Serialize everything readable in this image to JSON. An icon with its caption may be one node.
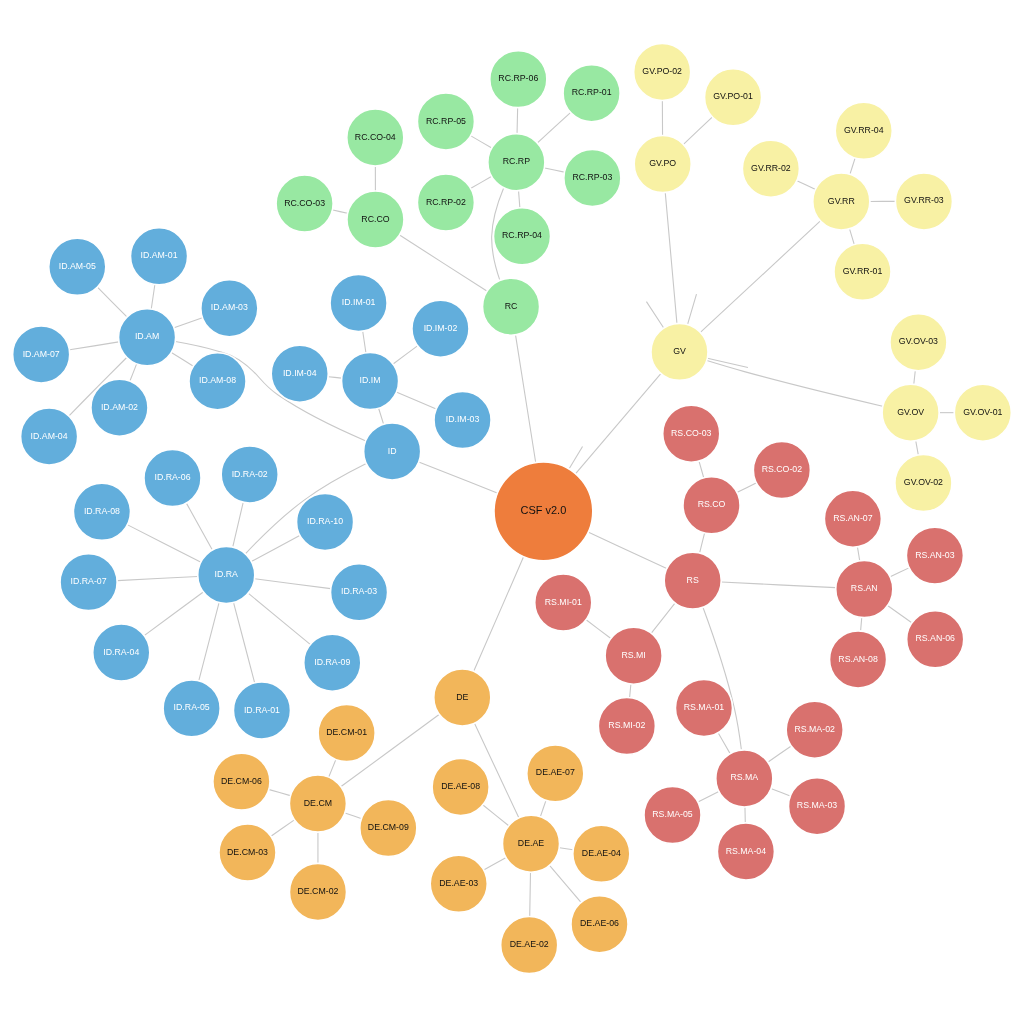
{
  "diagram": {
    "nodes": [
      {
        "text": [
          "ID.AM"
        ]
      },
      {
        "text": [
          "ID.AM-02"
        ]
      },
      {
        "text": [
          "ID.AM-08"
        ]
      },
      {
        "text": [
          "ID.AM-05"
        ]
      },
      {
        "text": [
          "ID.AM-04"
        ]
      },
      {
        "text": [
          "ID.AM-03"
        ]
      },
      {
        "text": [
          "ID.AM-01"
        ]
      },
      {
        "text": [
          "ID.AM-07"
        ]
      },
      {
        "text": [
          "ID.IM"
        ]
      },
      {
        "text": [
          "ID.IM-03"
        ]
      },
      {
        "text": [
          "ID.IM-01"
        ]
      },
      {
        "text": [
          "ID.IM-02"
        ]
      },
      {
        "text": [
          "ID.IM-04"
        ]
      },
      {
        "text": [
          "ID"
        ]
      },
      {
        "text": [
          "ID.RA"
        ]
      },
      {
        "text": [
          "ID.RA-06"
        ]
      },
      {
        "text": [
          "ID.RA-04"
        ]
      },
      {
        "text": [
          "ID.RA-07"
        ]
      },
      {
        "text": [
          "ID.RA-01"
        ]
      },
      {
        "text": [
          "ID.RA-10"
        ]
      },
      {
        "text": [
          "ID.RA-09"
        ]
      },
      {
        "text": [
          "ID.RA-02"
        ]
      },
      {
        "text": [
          "ID.RA-03"
        ]
      },
      {
        "text": [
          "ID.RA-05"
        ]
      },
      {
        "text": [
          "ID.RA-08"
        ]
      },
      {
        "text": [
          "RC.RP"
        ]
      },
      {
        "text": [
          "RC.RP-04"
        ]
      },
      {
        "text": [
          "RC.RP-01"
        ]
      },
      {
        "text": [
          "RC.RP-03"
        ]
      },
      {
        "text": [
          "RC.RP-02"
        ]
      },
      {
        "text": [
          "RC.RP-05"
        ]
      },
      {
        "text": [
          "RC.RP-06"
        ]
      },
      {
        "text": [
          "RC.CO"
        ]
      },
      {
        "text": [
          "RC.CO-04"
        ]
      },
      {
        "text": [
          "RC.CO-03"
        ]
      },
      {
        "text": [
          "RC"
        ]
      },
      {
        "text": [
          "DE.AE"
        ]
      },
      {
        "text": [
          "DE.AE-07"
        ]
      },
      {
        "text": [
          "DE.AE-04"
        ]
      },
      {
        "text": [
          "DE.AE-03"
        ]
      },
      {
        "text": [
          "DE.AE-08"
        ]
      },
      {
        "text": [
          "DE.AE-06"
        ]
      },
      {
        "text": [
          "DE.AE-02"
        ]
      },
      {
        "text": [
          "CSF v2.0"
        ]
      },
      {
        "text": [
          "DE"
        ]
      },
      {
        "text": [
          "DE.CM"
        ]
      },
      {
        "text": [
          "DE.CM-01"
        ]
      },
      {
        "text": [
          "DE.CM-03"
        ]
      },
      {
        "text": [
          "DE.CM-06"
        ]
      },
      {
        "text": [
          "DE.CM-09"
        ]
      },
      {
        "text": [
          "DE.CM-02"
        ]
      },
      {
        "text": [
          "GV.PO"
        ]
      },
      {
        "text": [
          "GV.PO-01"
        ]
      },
      {
        "text": [
          "GV.PO-02"
        ]
      },
      {
        "text": [
          "GV"
        ]
      },
      {
        "text": [
          "GV.OV"
        ]
      },
      {
        "text": [
          "GV.OV-02"
        ]
      },
      {
        "text": [
          "GV.OV-03"
        ]
      },
      {
        "text": [
          "GV.OV-01"
        ]
      },
      {
        "text": [
          "GV.RR"
        ]
      },
      {
        "text": [
          "GV.RR-01"
        ]
      },
      {
        "text": [
          "GV.RR-04"
        ]
      },
      {
        "text": [
          "GV.RR-03"
        ]
      },
      {
        "text": [
          "GV.RR-02"
        ]
      },
      {
        "text": [
          "RS"
        ]
      },
      {
        "text": [
          "RS.MI"
        ]
      },
      {
        "text": [
          "RS.MI-02"
        ]
      },
      {
        "text": [
          "RS.MI-01"
        ]
      },
      {
        "text": [
          "RS.CO"
        ]
      },
      {
        "text": [
          "RS.CO-03"
        ]
      },
      {
        "text": [
          "RS.CO-02"
        ]
      },
      {
        "text": [
          "RS.MA"
        ]
      },
      {
        "text": [
          "RS.MA-01"
        ]
      },
      {
        "text": [
          "RS.MA-02"
        ]
      },
      {
        "text": [
          "RS.MA-03"
        ]
      },
      {
        "text": [
          "RS.MA-05"
        ]
      },
      {
        "text": [
          "RS.MA-04"
        ]
      },
      {
        "text": [
          "RS.AN"
        ]
      },
      {
        "text": [
          "RS.AN-03"
        ]
      },
      {
        "text": [
          "RS.AN-08"
        ]
      },
      {
        "text": [
          "RS.AN-07"
        ]
      },
      {
        "text": [
          "RS.AN-06"
        ]
      }
    ],
    "edges": [
      {
        "from": 43,
        "to": null,
        "arrow": "none"
      },
      {
        "from": 43,
        "to": 13,
        "arrow": "none"
      },
      {
        "from": 43,
        "to": 35,
        "arrow": "none"
      },
      {
        "from": 43,
        "to": 44,
        "arrow": "none"
      },
      {
        "from": 43,
        "to": 64,
        "arrow": "none"
      },
      {
        "from": 43,
        "to": 54,
        "arrow": "none"
      },
      {
        "from": 13,
        "to": 0,
        "arrow": "none"
      },
      {
        "from": 13,
        "to": 8,
        "arrow": "none"
      },
      {
        "from": 13,
        "to": 14,
        "arrow": "none"
      },
      {
        "from": 0,
        "to": 1,
        "arrow": "none"
      },
      {
        "from": 0,
        "to": 2,
        "arrow": "none"
      },
      {
        "from": 0,
        "to": 3,
        "arrow": "none"
      },
      {
        "from": 0,
        "to": 4,
        "arrow": "none"
      },
      {
        "from": 0,
        "to": 5,
        "arrow": "none"
      },
      {
        "from": 0,
        "to": 6,
        "arrow": "none"
      },
      {
        "from": 0,
        "to": 7,
        "arrow": "none"
      },
      {
        "from": 8,
        "to": 9,
        "arrow": "none"
      },
      {
        "from": 8,
        "to": 10,
        "arrow": "none"
      },
      {
        "from": 8,
        "to": 11,
        "arrow": "none"
      },
      {
        "from": 8,
        "to": 12,
        "arrow": "none"
      },
      {
        "from": 14,
        "to": 15,
        "arrow": "none"
      },
      {
        "from": 14,
        "to": 16,
        "arrow": "none"
      },
      {
        "from": 14,
        "to": 17,
        "arrow": "none"
      },
      {
        "from": 14,
        "to": 18,
        "arrow": "none"
      },
      {
        "from": 14,
        "to": 19,
        "arrow": "none"
      },
      {
        "from": 14,
        "to": 20,
        "arrow": "none"
      },
      {
        "from": 14,
        "to": 21,
        "arrow": "none"
      },
      {
        "from": 14,
        "to": 22,
        "arrow": "none"
      },
      {
        "from": 14,
        "to": 23,
        "arrow": "none"
      },
      {
        "from": 14,
        "to": 24,
        "arrow": "none"
      },
      {
        "from": 35,
        "to": 32,
        "arrow": "none"
      },
      {
        "from": 35,
        "to": 25,
        "arrow": "none"
      },
      {
        "from": 25,
        "to": 26,
        "arrow": "none"
      },
      {
        "from": 25,
        "to": 27,
        "arrow": "none"
      },
      {
        "from": 25,
        "to": 28,
        "arrow": "none"
      },
      {
        "from": 25,
        "to": 29,
        "arrow": "none"
      },
      {
        "from": 25,
        "to": 30,
        "arrow": "none"
      },
      {
        "from": 25,
        "to": 31,
        "arrow": "none"
      },
      {
        "from": 32,
        "to": 33,
        "arrow": "none"
      },
      {
        "from": 32,
        "to": 34,
        "arrow": "none"
      },
      {
        "from": 44,
        "to": 36,
        "arrow": "none"
      },
      {
        "from": 44,
        "to": 45,
        "arrow": "none"
      },
      {
        "from": 36,
        "to": 37,
        "arrow": "none"
      },
      {
        "from": 36,
        "to": 38,
        "arrow": "none"
      },
      {
        "from": 36,
        "to": 39,
        "arrow": "none"
      },
      {
        "from": 36,
        "to": 40,
        "arrow": "none"
      },
      {
        "from": 36,
        "to": 41,
        "arrow": "none"
      },
      {
        "from": 36,
        "to": 42,
        "arrow": "none"
      },
      {
        "from": 45,
        "to": 46,
        "arrow": "none"
      },
      {
        "from": 45,
        "to": 47,
        "arrow": "none"
      },
      {
        "from": 45,
        "to": 48,
        "arrow": "none"
      },
      {
        "from": 45,
        "to": 49,
        "arrow": "none"
      },
      {
        "from": 45,
        "to": 50,
        "arrow": "none"
      },
      {
        "from": 54,
        "to": 51,
        "arrow": "none"
      },
      {
        "from": 54,
        "to": 55,
        "arrow": "none"
      },
      {
        "from": 54,
        "to": 59,
        "arrow": "none"
      },
      {
        "from": 54,
        "to": null,
        "arrow": "none"
      },
      {
        "from": 54,
        "to": null,
        "arrow": "none"
      },
      {
        "from": 54,
        "to": null,
        "arrow": "none"
      },
      {
        "from": 51,
        "to": 52,
        "arrow": "none"
      },
      {
        "from": 51,
        "to": 53,
        "arrow": "none"
      },
      {
        "from": 55,
        "to": 56,
        "arrow": "none"
      },
      {
        "from": 55,
        "to": 57,
        "arrow": "none"
      },
      {
        "from": 55,
        "to": 58,
        "arrow": "none"
      },
      {
        "from": 59,
        "to": 60,
        "arrow": "none"
      },
      {
        "from": 59,
        "to": 61,
        "arrow": "none"
      },
      {
        "from": 59,
        "to": 62,
        "arrow": "none"
      },
      {
        "from": 59,
        "to": 63,
        "arrow": "none"
      },
      {
        "from": 64,
        "to": 65,
        "arrow": "none"
      },
      {
        "from": 64,
        "to": 68,
        "arrow": "none"
      },
      {
        "from": 64,
        "to": 71,
        "arrow": "none"
      },
      {
        "from": 64,
        "to": 77,
        "arrow": "none"
      },
      {
        "from": 65,
        "to": 66,
        "arrow": "none"
      },
      {
        "from": 65,
        "to": 67,
        "arrow": "none"
      },
      {
        "from": 68,
        "to": 69,
        "arrow": "none"
      },
      {
        "from": 68,
        "to": 70,
        "arrow": "none"
      },
      {
        "from": 71,
        "to": 72,
        "arrow": "none"
      },
      {
        "from": 71,
        "to": 73,
        "arrow": "none"
      },
      {
        "from": 71,
        "to": 74,
        "arrow": "none"
      },
      {
        "from": 71,
        "to": 75,
        "arrow": "none"
      },
      {
        "from": 71,
        "to": 76,
        "arrow": "none"
      },
      {
        "from": 77,
        "to": 78,
        "arrow": "none"
      },
      {
        "from": 77,
        "to": 79,
        "arrow": "none"
      },
      {
        "from": 77,
        "to": 80,
        "arrow": "none"
      },
      {
        "from": 77,
        "to": 81,
        "arrow": "none"
      }
    ]
  }
}
